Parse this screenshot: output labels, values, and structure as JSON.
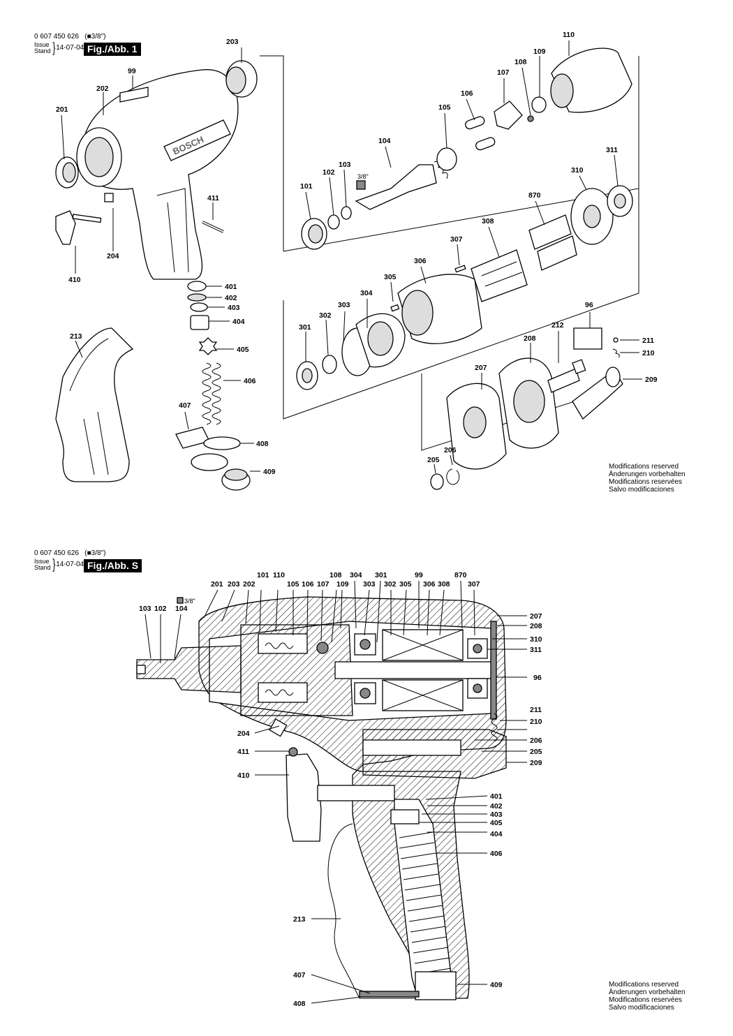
{
  "sheet1": {
    "part_no": "0 607 450 626",
    "drive": "3/8\"",
    "issue_label": "Issue",
    "stand_label": "Stand",
    "date": "14-07-04",
    "figure": "Fig./Abb. 1"
  },
  "sheet2": {
    "part_no": "0 607 450 626",
    "drive": "3/8\"",
    "issue_label": "Issue",
    "stand_label": "Stand",
    "date": "14-07-04",
    "figure": "Fig./Abb. S"
  },
  "modifications": [
    "Modifications reserved",
    "Änderungen vorbehalten",
    "Modifications reservées",
    "Salvo modificaciones"
  ],
  "brand": "BOSCH",
  "drive_marker": "3/8\"",
  "exploded_labels": [
    "203",
    "110",
    "109",
    "108",
    "107",
    "106",
    "105",
    "104",
    "103",
    "102",
    "101",
    "99",
    "202",
    "201",
    "311",
    "310",
    "870",
    "308",
    "307",
    "306",
    "305",
    "304",
    "303",
    "302",
    "301",
    "96",
    "212",
    "211",
    "210",
    "208",
    "209",
    "207",
    "206",
    "205",
    "411",
    "204",
    "410",
    "401",
    "402",
    "403",
    "404",
    "405",
    "406",
    "407",
    "408",
    "409",
    "213"
  ],
  "section_labels": [
    "201",
    "203",
    "202",
    "101",
    "110",
    "105",
    "106",
    "107",
    "108",
    "109",
    "304",
    "303",
    "301",
    "302",
    "305",
    "99",
    "306",
    "308",
    "870",
    "307",
    "103",
    "102",
    "104",
    "207",
    "208",
    "310",
    "311",
    "96",
    "211",
    "210",
    "206",
    "205",
    "209",
    "204",
    "411",
    "410",
    "401",
    "402",
    "403",
    "405",
    "404",
    "406",
    "213",
    "407",
    "408",
    "409"
  ]
}
